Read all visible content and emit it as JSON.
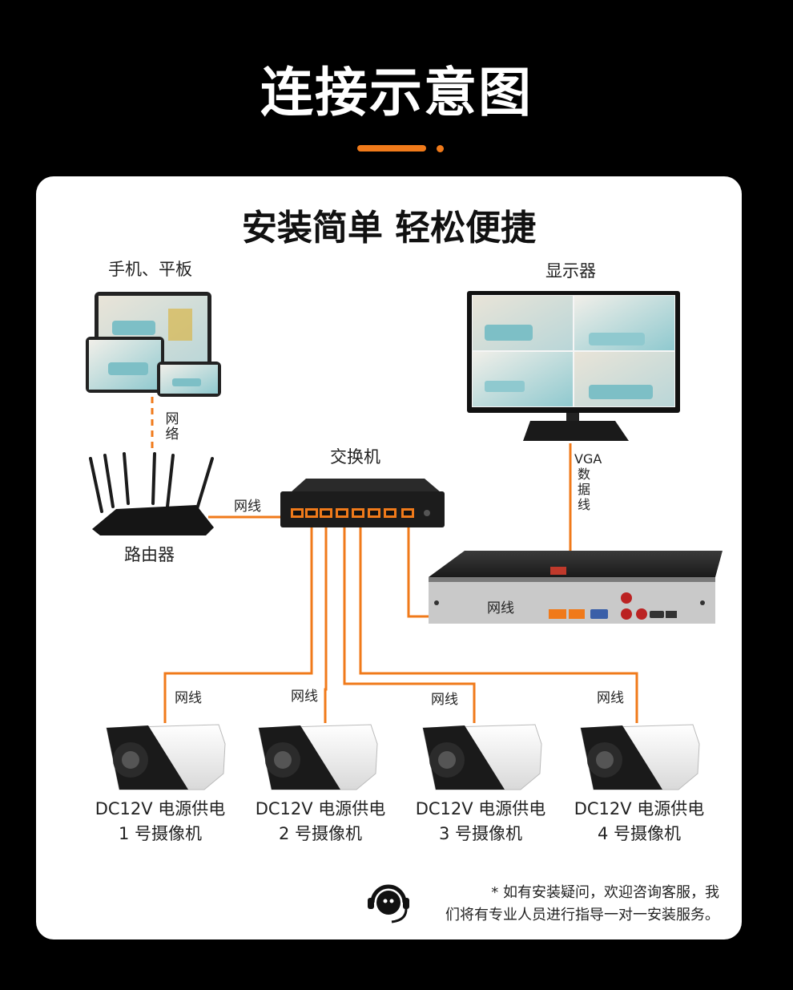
{
  "header": {
    "title": "连接示意图"
  },
  "card": {
    "title": "安装简单 轻松便捷"
  },
  "devices": {
    "phones_label": "手机、平板",
    "monitor_label": "显示器",
    "router_label": "路由器",
    "switch_label": "交换机"
  },
  "cables": {
    "network_wireless": "网络",
    "lan": "网线",
    "vga": "VGA 数据线"
  },
  "cameras": [
    {
      "power": "DC12V 电源供电",
      "name": "1 号摄像机",
      "cable": "网线"
    },
    {
      "power": "DC12V 电源供电",
      "name": "2 号摄像机",
      "cable": "网线"
    },
    {
      "power": "DC12V 电源供电",
      "name": "3 号摄像机",
      "cable": "网线"
    },
    {
      "power": "DC12V 电源供电",
      "name": "4 号摄像机",
      "cable": "网线"
    }
  ],
  "notice": {
    "line1": "* 如有安装疑问，欢迎咨询客服，我",
    "line2": "们将有专业人员进行指导一对一安装服务。"
  },
  "colors": {
    "accent": "#f07a1a",
    "background": "#000000",
    "card": "#ffffff"
  }
}
